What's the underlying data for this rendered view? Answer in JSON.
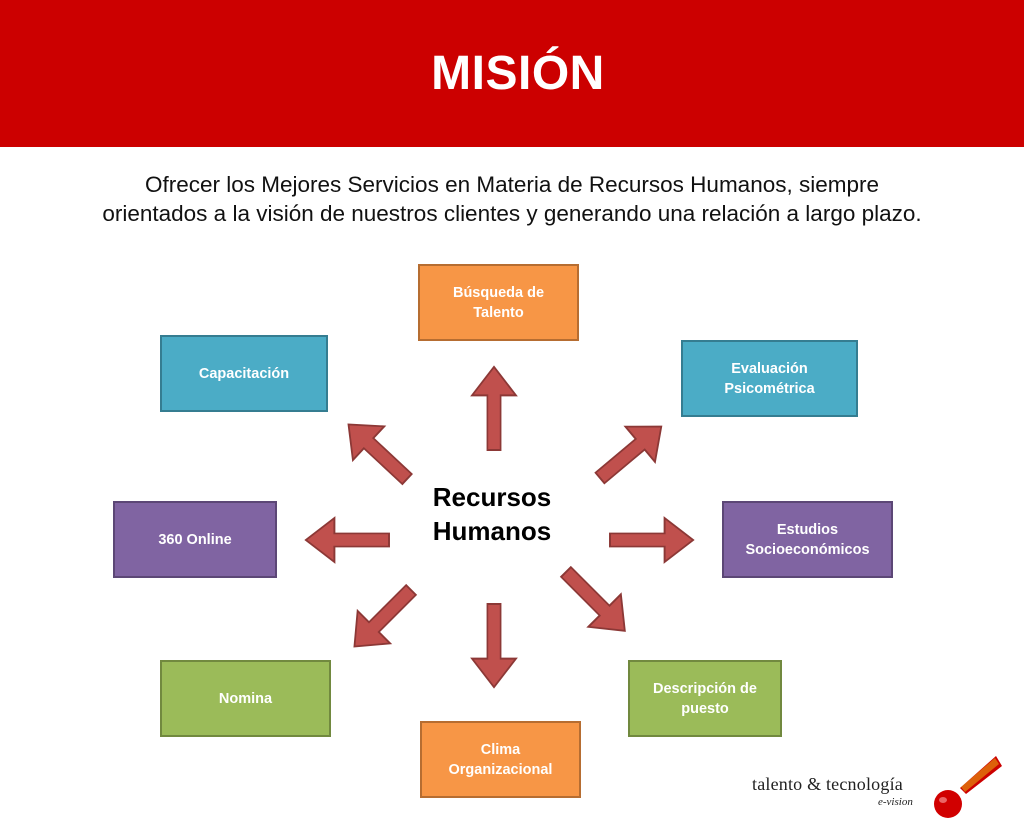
{
  "header": {
    "title": "MISIÓN"
  },
  "mission": {
    "line1": "Ofrecer los Mejores Servicios en Materia de Recursos Humanos, siempre",
    "line2": "orientados a la visión de nuestros clientes y generando una relación a largo plazo."
  },
  "diagram": {
    "center": {
      "line1": "Recursos",
      "line2": "Humanos"
    },
    "nodes": {
      "busqueda": "Búsqueda de Talento",
      "capacitacion": "Capacitación",
      "evaluacion": "Evaluación Psicométrica",
      "online360": "360 Online",
      "estudios": "Estudios Socioeconómicos",
      "nomina": "Nomina",
      "descripcion": "Descripción de puesto",
      "clima": "Clima Organizacional"
    },
    "colors": {
      "orange": "#f79646",
      "blue": "#4bacc6",
      "purple": "#8064a2",
      "green": "#9bbb59",
      "arrow": "#c0504d",
      "header": "#cc0000"
    }
  },
  "logo": {
    "text": "talento & tecnología",
    "sub": "e-vision"
  }
}
